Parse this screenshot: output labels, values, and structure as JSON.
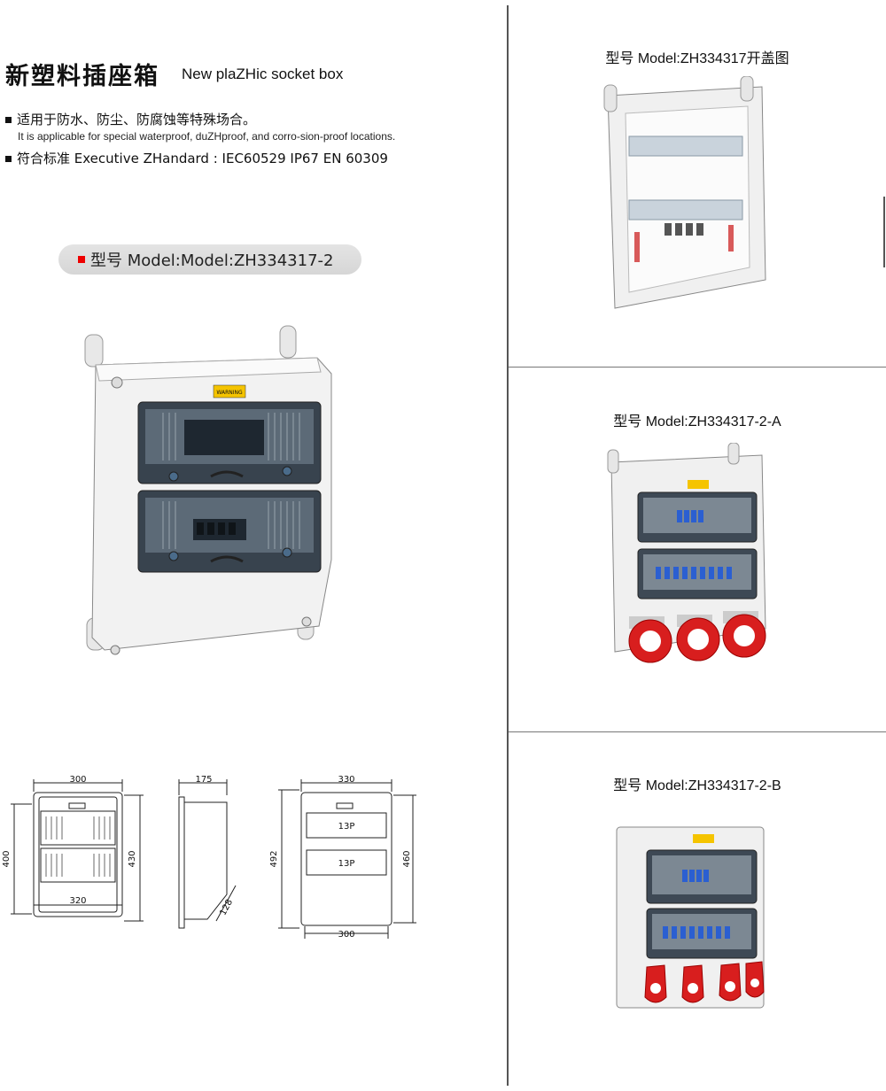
{
  "header": {
    "title_cn": "新塑料插座箱",
    "title_en": "New plaZHic socket box"
  },
  "bullets": {
    "b1_cn": "适用于防水、防尘、防腐蚀等特殊场合。",
    "b1_en": "It is applicable for special waterproof, duZHproof, and corro-sion-proof locations.",
    "b2": "符合标准 Executive ZHandard : IEC60529  IP67  EN 60309"
  },
  "main_model": "型号 Model:Model:ZH334317-2",
  "right_panels": {
    "p1": "型号 Model:ZH334317开盖图",
    "p2": "型号 Model:ZH334317-2-A",
    "p3": "型号 Model:ZH334317-2-B"
  },
  "warning_label": "WARNING",
  "dimensions": {
    "front_width": "300",
    "front_height": "400",
    "front_height_right": "430",
    "front_bottom": "320",
    "side_depth": "175",
    "side_angle": "128",
    "back_width": "330",
    "back_height": "492",
    "back_height_right": "460",
    "back_bottom": "300",
    "breaker_label_1": "13P",
    "breaker_label_2": "13P"
  },
  "colors": {
    "socket_red": "#d81e1e",
    "box_white": "#f2f2f2",
    "cover_smoke": "#3a4550",
    "breaker_blue": "#2b5fd1",
    "warning_yellow": "#f5c400"
  }
}
